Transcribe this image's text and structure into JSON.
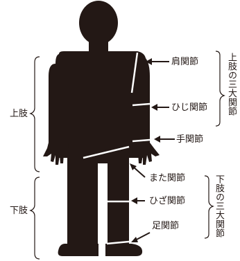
{
  "colors": {
    "figure": "#231815",
    "joint_line": "#ffffff",
    "background": "#ffffff"
  },
  "groups": {
    "upper_limb": {
      "side_label": "上肢",
      "bracket_label": "上肢の三大関節"
    },
    "lower_limb": {
      "side_label": "下肢",
      "bracket_label": "下肢の三大関節"
    }
  },
  "joints": {
    "shoulder": "肩関節",
    "elbow": "ひじ関節",
    "wrist": "手関節",
    "hip": "また関節",
    "knee": "ひざ関節",
    "ankle": "足関節"
  }
}
